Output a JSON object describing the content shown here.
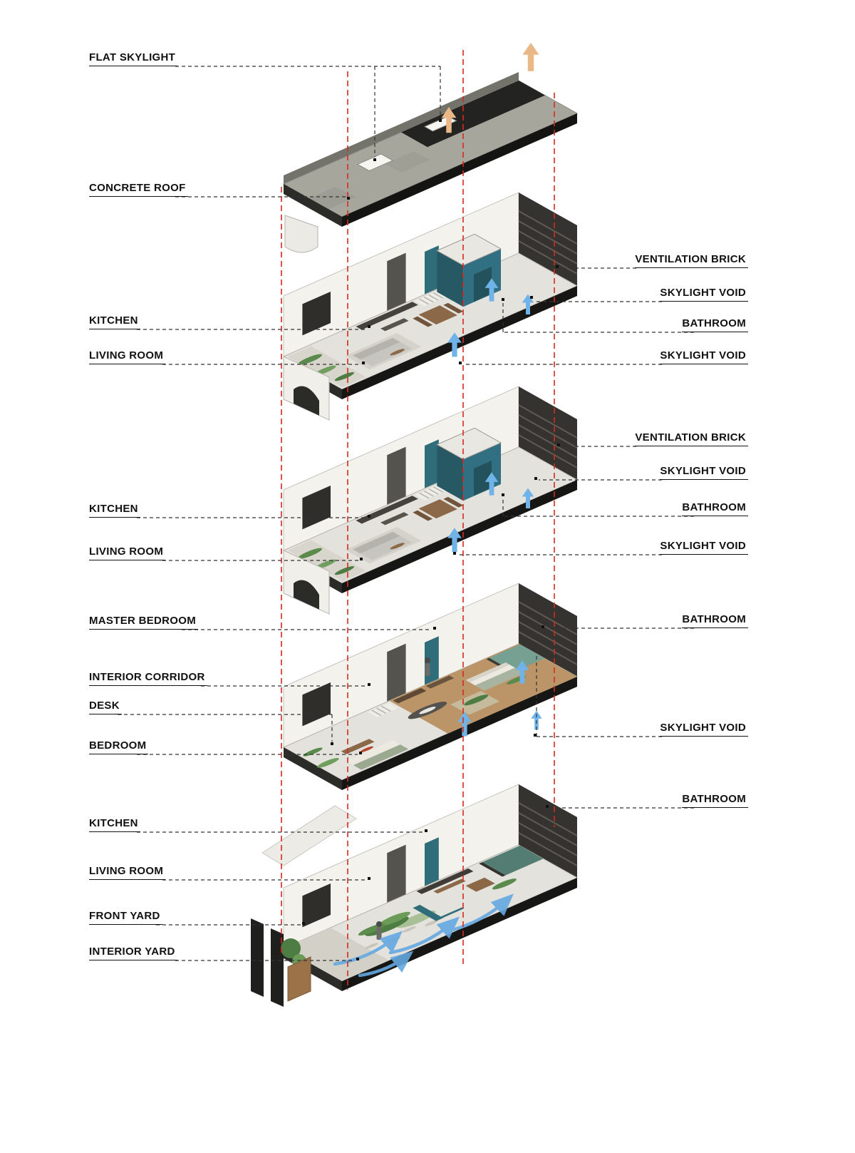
{
  "figure": {
    "type": "exploded-axonometric-architecture-diagram",
    "levels": [
      "roof",
      "third-floor",
      "second-floor",
      "first-floor",
      "ground-floor"
    ]
  },
  "colors": {
    "section_line_red": "#d42a20",
    "airflow_blue": "#64a8e2",
    "warm_air_tan": "#eab887",
    "bathroom_teal": "#2f6d7a",
    "concrete_gray": "#a7a69d",
    "leader_black": "#333333"
  },
  "labels": {
    "left": [
      {
        "text": "FLAT SKYLIGHT"
      },
      {
        "text": "CONCRETE ROOF"
      },
      {
        "text": "KITCHEN"
      },
      {
        "text": "LIVING ROOM"
      },
      {
        "text": "KITCHEN"
      },
      {
        "text": "LIVING ROOM"
      },
      {
        "text": "MASTER BEDROOM"
      },
      {
        "text": "INTERIOR CORRIDOR"
      },
      {
        "text": "DESK"
      },
      {
        "text": "BEDROOM"
      },
      {
        "text": "KITCHEN"
      },
      {
        "text": "LIVING ROOM"
      },
      {
        "text": "FRONT YARD"
      },
      {
        "text": "INTERIOR YARD"
      }
    ],
    "right": [
      {
        "text": "VENTILATION BRICK"
      },
      {
        "text": "SKYLIGHT VOID"
      },
      {
        "text": "BATHROOM"
      },
      {
        "text": "SKYLIGHT VOID"
      },
      {
        "text": "VENTILATION BRICK"
      },
      {
        "text": "SKYLIGHT VOID"
      },
      {
        "text": "BATHROOM"
      },
      {
        "text": "SKYLIGHT VOID"
      },
      {
        "text": "BATHROOM"
      },
      {
        "text": "SKYLIGHT VOID"
      },
      {
        "text": "BATHROOM"
      }
    ]
  }
}
